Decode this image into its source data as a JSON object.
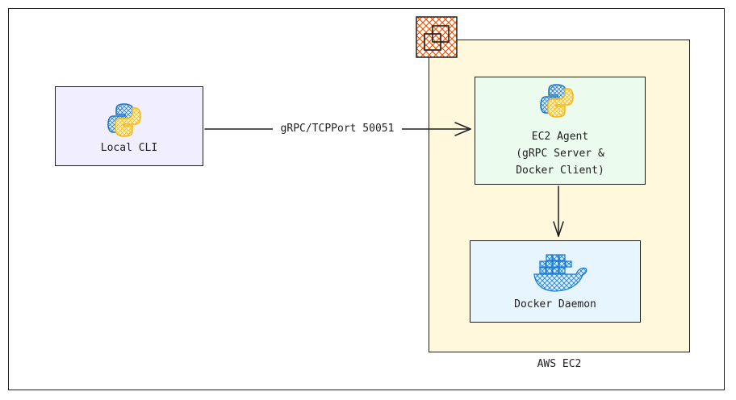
{
  "colors": {
    "stroke": "#1e1e1e",
    "local_cli_fill": "#f1efff",
    "ec2_fill": "#fff8dc",
    "agent_fill": "#ebfbee",
    "daemon_fill": "#e7f5ff",
    "ec2_icon": "#e8590c",
    "python_blue": "#1971c2",
    "python_yellow": "#f5b60f",
    "docker_blue": "#1c7ed6"
  },
  "nodes": {
    "local_cli": {
      "label": "Local CLI",
      "icon": "python-icon"
    },
    "ec2_agent": {
      "label_line1": "EC2 Agent",
      "label_line2": "(gRPC Server &",
      "label_line3": "Docker Client)",
      "icon": "python-icon"
    },
    "docker_daemon": {
      "label": "Docker Daemon",
      "icon": "docker-icon"
    },
    "aws_ec2": {
      "label": "AWS EC2",
      "icon": "ec2-instance-icon"
    }
  },
  "edges": {
    "cli_to_agent": {
      "label": "gRPC/TCPPort 50051"
    },
    "agent_to_daemon": {
      "label": ""
    }
  }
}
